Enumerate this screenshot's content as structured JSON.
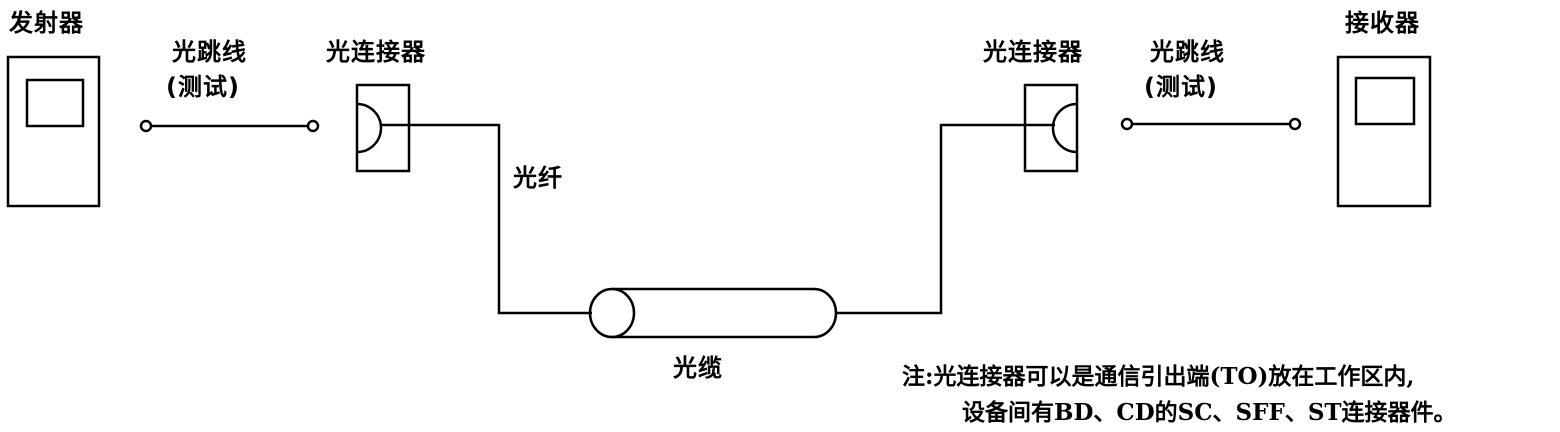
{
  "labels": {
    "transmitter": "发射器",
    "receiver": "接收器",
    "patch_cord_left": "光跳线",
    "patch_cord_left_sub": "(测试)",
    "patch_cord_right": "光跳线",
    "patch_cord_right_sub": "(测试)",
    "connector_left": "光连接器",
    "connector_right": "光连接器",
    "fiber": "光纤",
    "cable": "光缆"
  },
  "note": {
    "line1": "注:光连接器可以是通信引出端(TO)放在工作区内,",
    "line2": "设备间有BD、CD的SC、SFF、ST连接器件。"
  }
}
